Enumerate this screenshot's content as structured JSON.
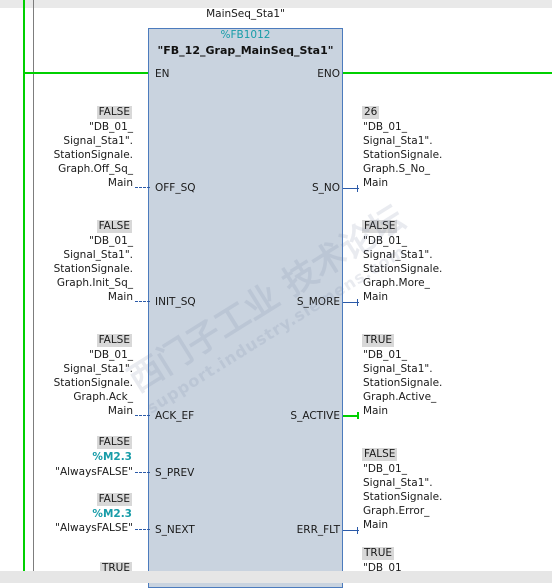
{
  "block": {
    "instance_name": "MainSeq_Sta1\"",
    "number": "%FB1012",
    "name": "\"FB_12_Grap_MainSeq_Sta1\"",
    "en": "EN",
    "eno": "ENO"
  },
  "inputs": [
    {
      "pin": "OFF_SQ",
      "value": "FALSE",
      "operand": [
        "\"DB_01_",
        "Signal_Sta1\".",
        "StationSignale.",
        "Graph.Off_Sq_",
        "Main"
      ]
    },
    {
      "pin": "INIT_SQ",
      "value": "FALSE",
      "operand": [
        "\"DB_01_",
        "Signal_Sta1\".",
        "StationSignale.",
        "Graph.Init_Sq_",
        "Main"
      ]
    },
    {
      "pin": "ACK_EF",
      "value": "FALSE",
      "operand": [
        "\"DB_01_",
        "Signal_Sta1\".",
        "StationSignale.",
        "Graph.Ack_",
        "Main"
      ]
    },
    {
      "pin": "S_PREV",
      "value": "FALSE",
      "address": "%M2.3",
      "operand": [
        "\"AlwaysFALSE\""
      ]
    },
    {
      "pin": "S_NEXT",
      "value": "FALSE",
      "address": "%M2.3",
      "operand": [
        "\"AlwaysFALSE\""
      ]
    },
    {
      "pin": "",
      "value": "TRUE"
    }
  ],
  "outputs": [
    {
      "pin": "S_NO",
      "value": "26",
      "operand": [
        "\"DB_01_",
        "Signal_Sta1\".",
        "StationSignale.",
        "Graph.S_No_",
        "Main"
      ]
    },
    {
      "pin": "S_MORE",
      "value": "FALSE",
      "operand": [
        "\"DB_01_",
        "Signal_Sta1\".",
        "StationSignale.",
        "Graph.More_",
        "Main"
      ]
    },
    {
      "pin": "S_ACTIVE",
      "value": "TRUE",
      "operand": [
        "\"DB_01_",
        "Signal_Sta1\".",
        "StationSignale.",
        "Graph.Active_",
        "Main"
      ]
    },
    {
      "pin": "ERR_FLT",
      "value": "FALSE",
      "operand": [
        "\"DB_01_",
        "Signal_Sta1\".",
        "StationSignale.",
        "Graph.Error_",
        "Main"
      ]
    },
    {
      "pin": "",
      "value": "TRUE",
      "operand": [
        "\"DB_01"
      ]
    }
  ],
  "watermark": {
    "cn": "西门子工业 技术论坛",
    "en": "support.industry.siemens.com"
  },
  "colors": {
    "rail": "#00d000",
    "block_fill": "#c9d3df",
    "block_border": "#4c7bbd",
    "address": "#179ca8",
    "value_bg": "#d8d8d8"
  }
}
